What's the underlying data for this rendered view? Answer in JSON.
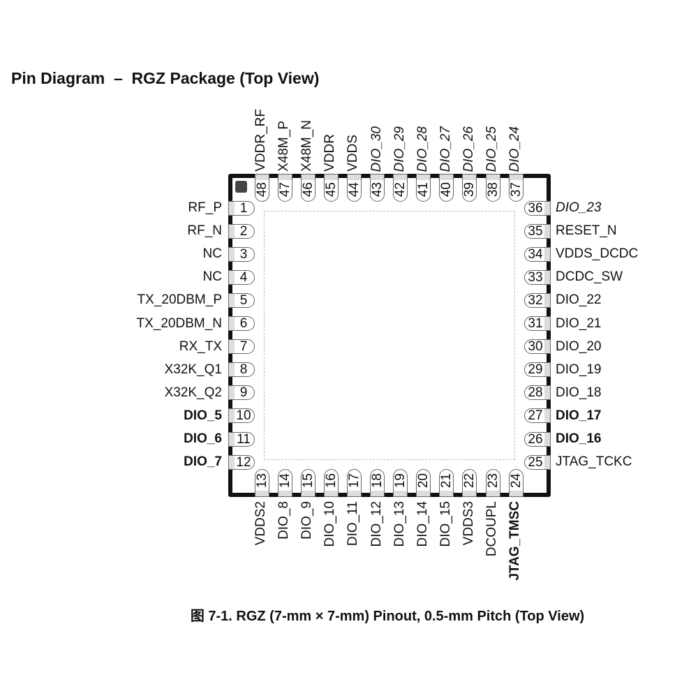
{
  "title": "Pin Diagram  –  RGZ Package (Top View)",
  "caption": "图 7-1. RGZ (7-mm × 7-mm) Pinout, 0.5-mm Pitch (Top View)",
  "pins": {
    "left": [
      {
        "num": "1",
        "name": "RF_P",
        "style": "normal"
      },
      {
        "num": "2",
        "name": "RF_N",
        "style": "normal"
      },
      {
        "num": "3",
        "name": "NC",
        "style": "normal"
      },
      {
        "num": "4",
        "name": "NC",
        "style": "normal"
      },
      {
        "num": "5",
        "name": "TX_20DBM_P",
        "style": "normal"
      },
      {
        "num": "6",
        "name": "TX_20DBM_N",
        "style": "normal"
      },
      {
        "num": "7",
        "name": "RX_TX",
        "style": "normal"
      },
      {
        "num": "8",
        "name": "X32K_Q1",
        "style": "normal"
      },
      {
        "num": "9",
        "name": "X32K_Q2",
        "style": "normal"
      },
      {
        "num": "10",
        "name": "DIO_5",
        "style": "bold"
      },
      {
        "num": "11",
        "name": "DIO_6",
        "style": "bold"
      },
      {
        "num": "12",
        "name": "DIO_7",
        "style": "bold"
      }
    ],
    "bottom": [
      {
        "num": "13",
        "name": "VDDS2",
        "style": "normal"
      },
      {
        "num": "14",
        "name": "DIO_8",
        "style": "normal"
      },
      {
        "num": "15",
        "name": "DIO_9",
        "style": "normal"
      },
      {
        "num": "16",
        "name": "DIO_10",
        "style": "normal"
      },
      {
        "num": "17",
        "name": "DIO_11",
        "style": "normal"
      },
      {
        "num": "18",
        "name": "DIO_12",
        "style": "normal"
      },
      {
        "num": "19",
        "name": "DIO_13",
        "style": "normal"
      },
      {
        "num": "20",
        "name": "DIO_14",
        "style": "normal"
      },
      {
        "num": "21",
        "name": "DIO_15",
        "style": "normal"
      },
      {
        "num": "22",
        "name": "VDDS3",
        "style": "normal"
      },
      {
        "num": "23",
        "name": "DCOUPL",
        "style": "normal"
      },
      {
        "num": "24",
        "name": "JTAG_TMSC",
        "style": "bold"
      }
    ],
    "right": [
      {
        "num": "36",
        "name": "DIO_23",
        "style": "italic"
      },
      {
        "num": "35",
        "name": "RESET_N",
        "style": "normal"
      },
      {
        "num": "34",
        "name": "VDDS_DCDC",
        "style": "normal"
      },
      {
        "num": "33",
        "name": "DCDC_SW",
        "style": "normal"
      },
      {
        "num": "32",
        "name": "DIO_22",
        "style": "normal"
      },
      {
        "num": "31",
        "name": "DIO_21",
        "style": "normal"
      },
      {
        "num": "30",
        "name": "DIO_20",
        "style": "normal"
      },
      {
        "num": "29",
        "name": "DIO_19",
        "style": "normal"
      },
      {
        "num": "28",
        "name": "DIO_18",
        "style": "normal"
      },
      {
        "num": "27",
        "name": "DIO_17",
        "style": "bold"
      },
      {
        "num": "26",
        "name": "DIO_16",
        "style": "bold"
      },
      {
        "num": "25",
        "name": "JTAG_TCKC",
        "style": "normal"
      }
    ],
    "top": [
      {
        "num": "48",
        "name": "VDDR_RF",
        "style": "normal"
      },
      {
        "num": "47",
        "name": "X48M_P",
        "style": "normal"
      },
      {
        "num": "46",
        "name": "X48M_N",
        "style": "normal"
      },
      {
        "num": "45",
        "name": "VDDR",
        "style": "normal"
      },
      {
        "num": "44",
        "name": "VDDS",
        "style": "normal"
      },
      {
        "num": "43",
        "name": "DIO_30",
        "style": "italic"
      },
      {
        "num": "42",
        "name": "DIO_29",
        "style": "italic"
      },
      {
        "num": "41",
        "name": "DIO_28",
        "style": "italic"
      },
      {
        "num": "40",
        "name": "DIO_27",
        "style": "italic"
      },
      {
        "num": "39",
        "name": "DIO_26",
        "style": "italic"
      },
      {
        "num": "38",
        "name": "DIO_25",
        "style": "italic"
      },
      {
        "num": "37",
        "name": "DIO_24",
        "style": "italic"
      }
    ]
  }
}
